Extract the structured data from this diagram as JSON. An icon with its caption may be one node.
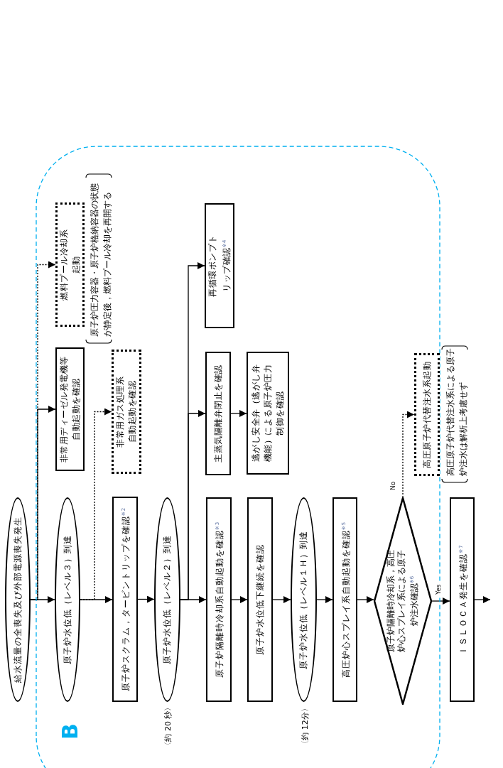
{
  "diagram": {
    "nodes": [
      {
        "text": [
          "B"
        ]
      },
      {
        "text": [
          "給水流量の全喪失及び外部電源喪失発生"
        ]
      },
      {
        "text": [
          "原子炉水位低（レベル３）到達"
        ],
        "in": 0
      },
      {
        "text": [
          "非常用ディーゼル発電機等自動起動を確認"
        ],
        "in": 0
      },
      {
        "text": [
          "燃料プール冷却系起動"
        ],
        "in": 0,
        "beside": [
          "原子炉圧力容器・原子炉格納容器の状態が静定後，燃料プール冷却を再開する"
        ]
      },
      {
        "text": [
          "原子炉スクラム，タービントリップを確認$^{※2}$"
        ],
        "in": 0
      },
      {
        "text": [
          "非常用ガス処理系自動起動を確認"
        ],
        "in": 0
      },
      {
        "text": [
          "原子炉水位低（レベル２）到達"
        ],
        "in": 0,
        "beside": [
          "〈約 20 秒〉"
        ]
      },
      {
        "text": [
          "原子炉隔離時冷却系自動起動を確認$^{※3}$"
        ],
        "in": 0
      },
      {
        "text": [
          "主蒸気隔離弁閉止を確認"
        ],
        "in": 0
      },
      {
        "text": [
          "逃がし安全弁（逃がし弁機能）による原子炉圧力制御を確認"
        ],
        "in": 0
      },
      {
        "text": [
          "再循環ポンプトリップ確認$^{※4}$"
        ],
        "in": 0
      },
      {
        "text": [
          "原子炉水位低下継続を確認"
        ],
        "in": 0
      },
      {
        "text": [
          "原子炉水位低（レベル１Ｈ）到達"
        ],
        "in": 0,
        "beside": [
          "〈約 12分〉"
        ]
      },
      {
        "text": [
          "高圧炉心スプレイ系自動起動を確認$^{※5}$"
        ],
        "in": 0
      },
      {
        "text": [
          "原子炉隔離時冷却系，高圧炉心スプレイ系による原子炉注水確認$^{※6}$"
        ],
        "in": 0
      },
      {
        "text": [
          "高圧原子炉代替注水系起動"
        ],
        "in": 0,
        "beside": [
          "高圧原子炉代替注水系による原子炉注水は解析上考慮せず"
        ]
      },
      {
        "text": [
          "ＩＳＬＯＣＡ発生を確認$^{※7}$"
        ]
      }
    ],
    "edges": [
      {
        "from": 1,
        "to": 2,
        "arrow": "to"
      },
      {
        "from": 1,
        "to": 3,
        "arrow": "to"
      },
      {
        "from": 1,
        "to": 4,
        "arrow": "to",
        "style": "dashed"
      },
      {
        "from": 2,
        "to": 5,
        "arrow": "to"
      },
      {
        "from": 2,
        "to": 6,
        "arrow": "to",
        "style": "dashed"
      },
      {
        "from": 5,
        "to": 7,
        "arrow": "to"
      },
      {
        "from": 7,
        "to": 8,
        "arrow": "to"
      },
      {
        "from": 7,
        "to": 9,
        "arrow": "to"
      },
      {
        "from": 7,
        "to": 11,
        "arrow": "to"
      },
      {
        "from": 9,
        "to": 10,
        "arrow": "to"
      },
      {
        "from": 8,
        "to": 12,
        "arrow": "to"
      },
      {
        "from": 12,
        "to": 13,
        "arrow": "to"
      },
      {
        "from": 13,
        "to": 14,
        "arrow": "to"
      },
      {
        "from": 14,
        "to": 15,
        "arrow": "to"
      },
      {
        "from": 15,
        "to": 17,
        "arrow": "to",
        "label": "Yes"
      },
      {
        "from": 15,
        "to": 16,
        "arrow": "to",
        "label": "No",
        "style": "dashed"
      },
      {
        "from": 17,
        "to": null,
        "arrow": "to"
      }
    ]
  }
}
